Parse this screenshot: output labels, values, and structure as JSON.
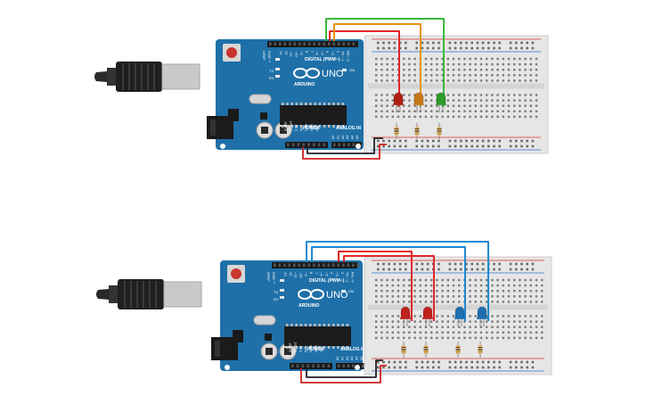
{
  "circuits": [
    {
      "id": "top",
      "board": {
        "brand": "ARDUINO",
        "model": "UNO",
        "digital_label": "DIGITAL (PWM~)",
        "power_label": "POWER",
        "analog_label": "ANALOG IN",
        "tx_label": "TX",
        "rx_label": "RX",
        "l_label": "L",
        "on_label": "ON",
        "aref_label": "AREF",
        "gnd_label": "GND",
        "digital_pins": [
          "13",
          "12",
          "~11",
          "~10",
          "~9",
          "8",
          "7",
          "~6",
          "~5",
          "4",
          "~3",
          "2",
          "TX→1",
          "RX←0"
        ],
        "power_pins": [
          "IOREF",
          "RESET",
          "3.3V",
          "5V",
          "GND",
          "GND",
          "Vin"
        ],
        "analog_pins": [
          "A0",
          "A1",
          "A2",
          "A3",
          "A4",
          "A5"
        ]
      },
      "leds": [
        {
          "name": "red",
          "color": "#b01e12"
        },
        {
          "name": "orange",
          "color": "#c8781a"
        },
        {
          "name": "green",
          "color": "#2e9a2a"
        }
      ],
      "wire_colors": [
        "#e0262a",
        "#e8940f",
        "#3bb83a"
      ]
    },
    {
      "id": "bottom",
      "board": {
        "brand": "ARDUINO",
        "model": "UNO",
        "digital_label": "DIGITAL (PWM~)",
        "power_label": "POWER",
        "analog_label": "ANALOG IN",
        "tx_label": "TX",
        "rx_label": "RX",
        "l_label": "L",
        "on_label": "ON",
        "aref_label": "AREF",
        "gnd_label": "GND",
        "digital_pins": [
          "13",
          "12",
          "~11",
          "~10",
          "~9",
          "8",
          "7",
          "~6",
          "~5",
          "4",
          "~3",
          "2",
          "TX→1",
          "RX←0"
        ],
        "power_pins": [
          "IOREF",
          "RESET",
          "3.3V",
          "5V",
          "GND",
          "GND",
          "Vin"
        ],
        "analog_pins": [
          "A0",
          "A1",
          "A2",
          "A3",
          "A4",
          "A5"
        ]
      },
      "leds": [
        {
          "name": "red",
          "color": "#c0211a"
        },
        {
          "name": "red",
          "color": "#c0211a"
        },
        {
          "name": "blue",
          "color": "#1d6fb0"
        },
        {
          "name": "blue",
          "color": "#1d6fb0"
        }
      ],
      "wire_colors": [
        "#e0262a",
        "#1d8ad0"
      ]
    }
  ],
  "colors": {
    "board": "#1f70a8",
    "board_dark": "#17598a",
    "breadboard": "#e6e6e6",
    "rail_red": "#d9302a",
    "rail_blue": "#2a6fd0",
    "wire_black": "#222222",
    "wire_red": "#d02020"
  }
}
